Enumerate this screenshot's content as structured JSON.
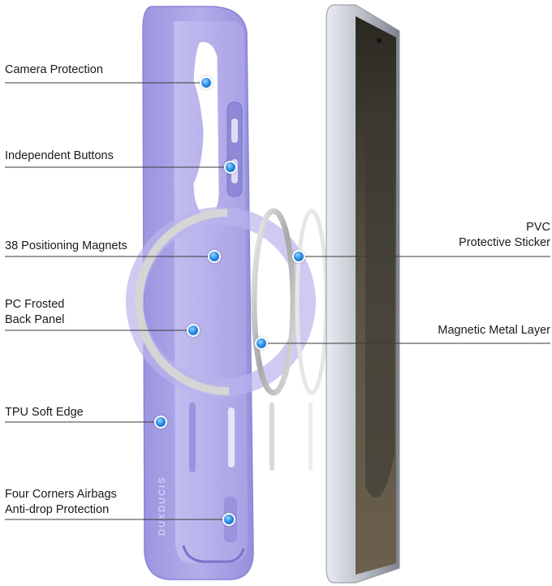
{
  "labels": {
    "camera_protection": "Camera Protection",
    "independent_buttons": "Independent Buttons",
    "positioning_magnets": "38 Positioning Magnets",
    "pc_frosted_line1": "PC Frosted",
    "pc_frosted_line2": "Back Panel",
    "tpu_soft_edge": "TPU Soft Edge",
    "four_corners_line1": "Four Corners Airbags",
    "four_corners_line2": "Anti-drop Protection",
    "pvc_line1": "PVC",
    "pvc_line2": "Protective Sticker",
    "magnetic_metal_layer": "Magnetic Metal Layer"
  },
  "colors": {
    "case_purple": "#a9a3e6",
    "case_purple_dark": "#8a83d6",
    "marker_blue": "#2b8fe8",
    "phone_frame": "#c9ced6",
    "screen_dark": "#2d2a22"
  }
}
